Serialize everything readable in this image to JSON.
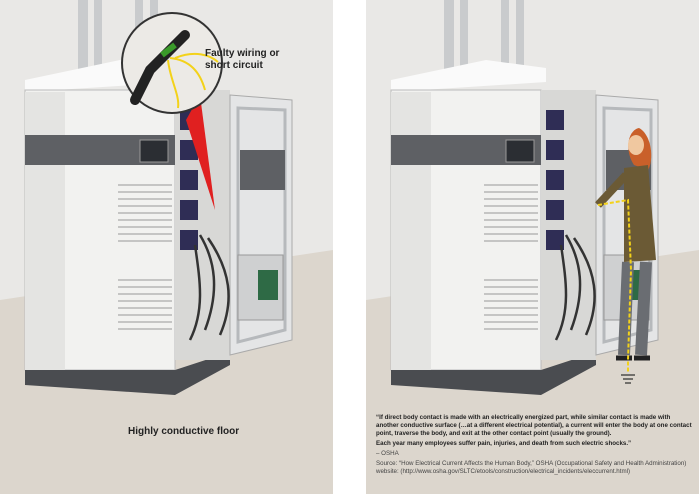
{
  "left_panel": {
    "callout": "Faulty wiring or short circuit",
    "floor_label": "Highly conductive floor"
  },
  "right_panel": {
    "quote": "“If direct body contact is made with an electrically energized part, while similar contact is made with another conductive surface (…at a different electrical potential), a current will enter the body at one contact point, traverse the body, and exit at the other contact point (usually the ground).",
    "quote_2": "Each year many employees suffer pain, injuries, and death from such electric shocks.”",
    "attribution": "– OSHA",
    "source": "Source: “How Electrical Current Affects the Human Body,” OSHA (Occupational Safety and Health Administration) website: (http://www.osha.gov/SLTC/etools/construction/electrical_incidents/eleccurrent.html)"
  },
  "colors": {
    "background": "#e9e8e6",
    "floor": "#dcd6cd",
    "cabinet": "#f2f2f0",
    "band": "#5e6064",
    "plinth": "#4a4c50",
    "danger": "#e02020",
    "spark": "#f3d21a"
  }
}
